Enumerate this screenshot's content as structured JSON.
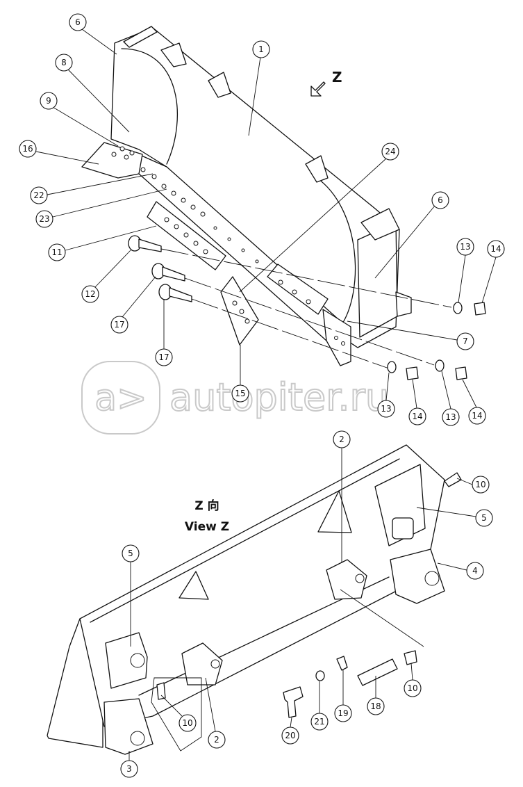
{
  "view_arrow_label": "Z",
  "view_title_cn": "Z 向",
  "view_title_en": "View Z",
  "watermark": "autopiter.ru",
  "callouts_top": [
    {
      "label": "6"
    },
    {
      "label": "1"
    },
    {
      "label": "8"
    },
    {
      "label": "9"
    },
    {
      "label": "16"
    },
    {
      "label": "22"
    },
    {
      "label": "23"
    },
    {
      "label": "24"
    },
    {
      "label": "6"
    },
    {
      "label": "11"
    },
    {
      "label": "12"
    },
    {
      "label": "13"
    },
    {
      "label": "14"
    },
    {
      "label": "17"
    },
    {
      "label": "17"
    },
    {
      "label": "7"
    },
    {
      "label": "15"
    },
    {
      "label": "13"
    },
    {
      "label": "14"
    },
    {
      "label": "13"
    },
    {
      "label": "14"
    }
  ],
  "callouts_bottom": [
    {
      "label": "2"
    },
    {
      "label": "10"
    },
    {
      "label": "5"
    },
    {
      "label": "5"
    },
    {
      "label": "4"
    },
    {
      "label": "10"
    },
    {
      "label": "2"
    },
    {
      "label": "3"
    },
    {
      "label": "20"
    },
    {
      "label": "21"
    },
    {
      "label": "19"
    },
    {
      "label": "18"
    },
    {
      "label": "10"
    }
  ]
}
